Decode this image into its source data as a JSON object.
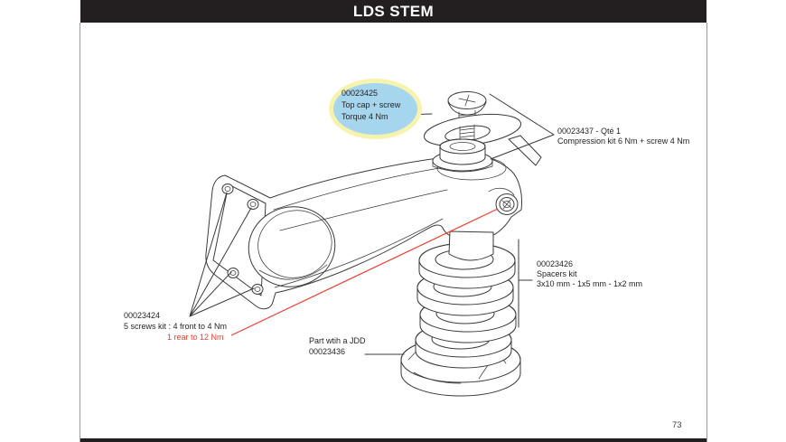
{
  "header": {
    "title": "LDS STEM"
  },
  "footer": {
    "page_number": "73"
  },
  "callouts": {
    "top_cap": {
      "part_no": "00023425",
      "desc": "Top cap + screw",
      "torque": "Torque 4 Nm"
    },
    "compression_kit": {
      "line1": "00023437 - Qté 1",
      "line2": "Compression kit 6 Nm + screw  4 Nm"
    },
    "spacers_kit": {
      "part_no": "00023426",
      "name": "Spacers kit",
      "sizes": "3x10 mm - 1x5 mm - 1x2 mm"
    },
    "screws_kit": {
      "part_no": "00023424",
      "line1": "5 screws kit : 4 front to 4 Nm",
      "line2": "1 rear to 12 Nm"
    },
    "jdd_part": {
      "line1": "Part wtih a JDD",
      "part_no": "00023436"
    }
  },
  "colors": {
    "header_bg": "#231f20",
    "highlight_fill": "#a6d5ee",
    "highlight_border": "#f7f3ae",
    "annotation_red": "#ee4035",
    "line_color": "#3a3a3a",
    "text_color": "#231f20",
    "border_gray": "#9a9a9a"
  }
}
